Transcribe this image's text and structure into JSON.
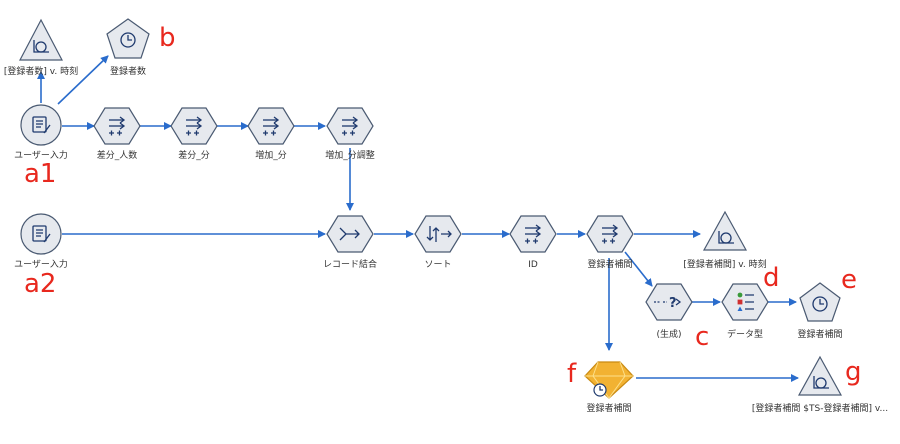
{
  "nodes": {
    "plot_top": {
      "label": "[登録者数] v. 時刻",
      "icon": "plot-icon"
    },
    "count_top": {
      "label": "登録者数",
      "icon": "time-plot-icon"
    },
    "input1": {
      "label": "ユーザー入力",
      "icon": "user-input-icon"
    },
    "diff_people": {
      "label": "差分_人数",
      "icon": "derive-icon"
    },
    "diff_min": {
      "label": "差分_分",
      "icon": "derive-icon"
    },
    "add_min": {
      "label": "増加_分",
      "icon": "derive-icon"
    },
    "add_adj": {
      "label": "増加_分調整",
      "icon": "derive-icon"
    },
    "input2": {
      "label": "ユーザー入力",
      "icon": "user-input-icon"
    },
    "merge": {
      "label": "レコード結合",
      "icon": "merge-icon"
    },
    "sort": {
      "label": "ソート",
      "icon": "sort-icon"
    },
    "id": {
      "label": "ID",
      "icon": "derive-icon"
    },
    "interp": {
      "label": "登録者補間",
      "icon": "derive-icon"
    },
    "plot_mid": {
      "label": "[登録者補間] v. 時刻",
      "icon": "plot-icon"
    },
    "gen": {
      "label": "(生成)",
      "icon": "generated-icon"
    },
    "dtype": {
      "label": "データ型",
      "icon": "type-icon"
    },
    "interp_e": {
      "label": "登録者補間",
      "icon": "time-plot-icon"
    },
    "model_f": {
      "label": "登録者補間",
      "icon": "model-nugget-icon"
    },
    "plot_g": {
      "label": "[登録者補間 $TS-登録者補間] v...",
      "icon": "plot-icon"
    }
  },
  "annotations": {
    "a1": "a1",
    "a2": "a2",
    "b": "b",
    "c": "c",
    "d": "d",
    "e": "e",
    "f": "f",
    "g": "g"
  },
  "colors": {
    "edge": "#2a6ccc",
    "annotation": "#e8281e",
    "node_fill": "#e6e9ee",
    "node_stroke": "#4a5a72",
    "model_gold": "#f2b232"
  }
}
